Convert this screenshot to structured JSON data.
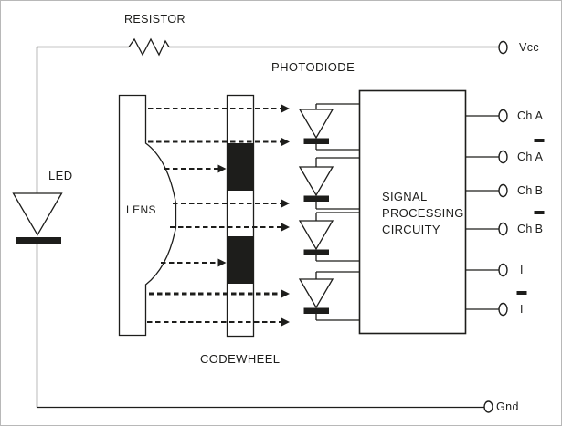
{
  "labels": {
    "resistor": "RESISTOR",
    "photodiode": "PHOTODIODE",
    "led": "LED",
    "lens": "LENS",
    "codewheel": "CODEWHEEL"
  },
  "box": {
    "line1": "SIGNAL",
    "line2": "PROCESSING",
    "line3": "CIRCUITY"
  },
  "terminals": {
    "vcc": "Vcc",
    "gnd": "Gnd"
  },
  "outputs": [
    {
      "prefix": "Ch",
      "base": "A",
      "negated": false
    },
    {
      "prefix": "Ch",
      "base": "A",
      "negated": true
    },
    {
      "prefix": "Ch",
      "base": "B",
      "negated": false
    },
    {
      "prefix": "Ch",
      "base": "B",
      "negated": true
    },
    {
      "prefix": "",
      "base": "I",
      "negated": false
    },
    {
      "prefix": "",
      "base": "I",
      "negated": true
    }
  ],
  "colors": {
    "ink": "#1d1d1b",
    "background": "#ffffff"
  }
}
